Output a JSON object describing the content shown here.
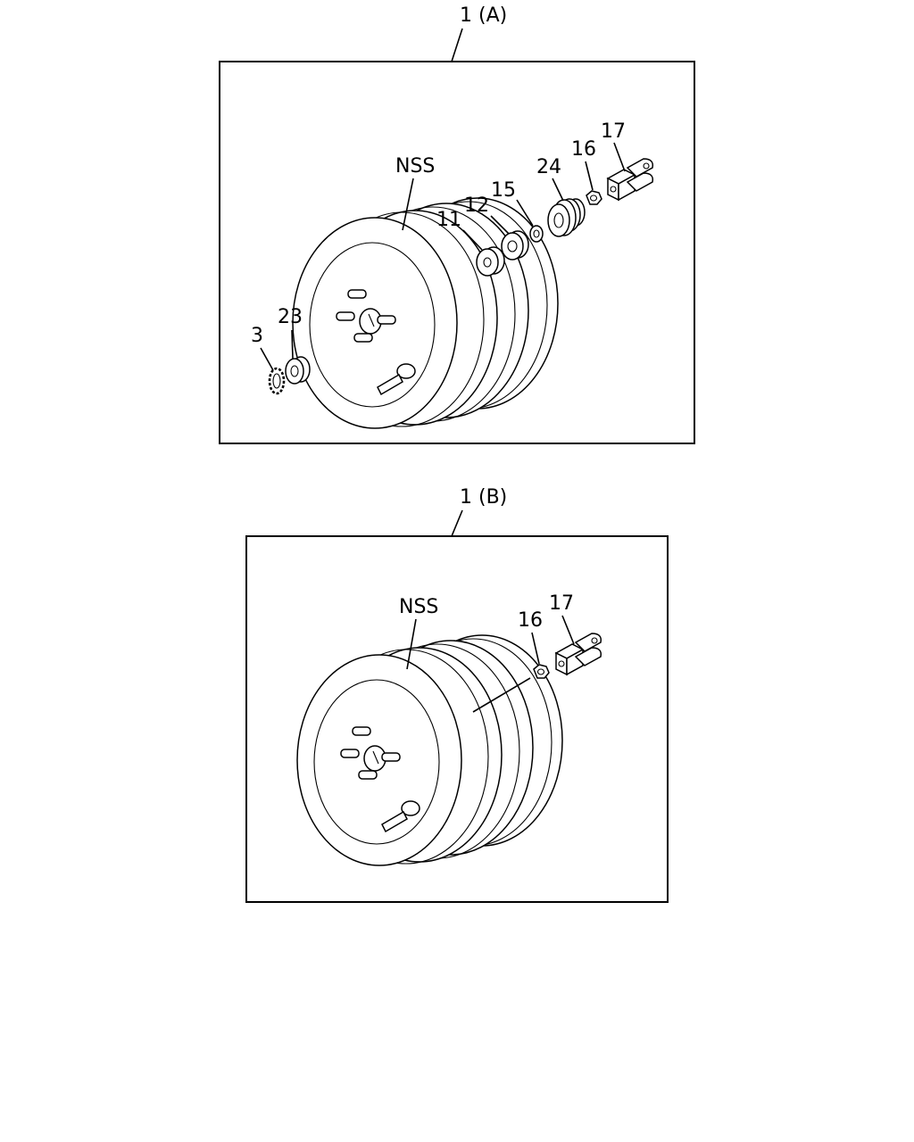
{
  "panels": [
    {
      "title": "1 (A)"
    },
    {
      "title": "1 (B)"
    }
  ],
  "callouts_a": {
    "nss": "NSS",
    "p3": "3",
    "p23": "23",
    "p11": "11",
    "p12": "12",
    "p15": "15",
    "p24": "24",
    "p16": "16",
    "p17": "17"
  },
  "callouts_b": {
    "nss": "NSS",
    "p16": "16",
    "p17": "17"
  }
}
